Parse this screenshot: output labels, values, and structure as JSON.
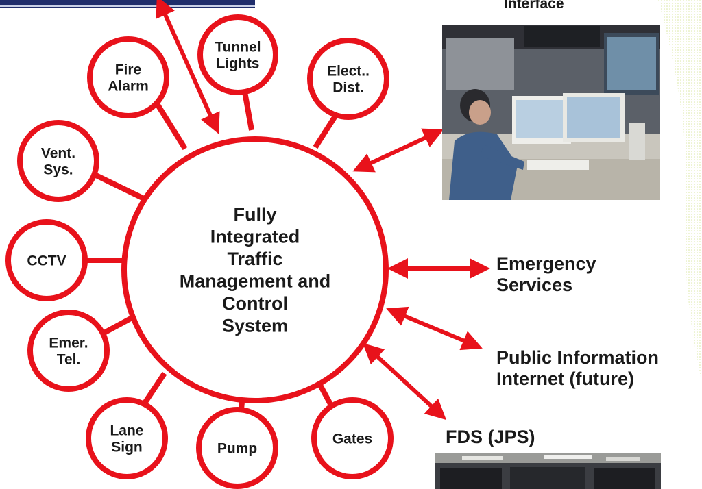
{
  "hub": {
    "lines": [
      "Fully",
      "Integrated",
      "Traffic",
      "Management and",
      "Control",
      "System"
    ]
  },
  "subsystems": [
    {
      "id": "fire-alarm",
      "lines": [
        "Fire",
        "Alarm"
      ]
    },
    {
      "id": "tunnel-lights",
      "lines": [
        "Tunnel",
        "Lights"
      ]
    },
    {
      "id": "elect-dist",
      "lines": [
        "Elect..",
        "Dist."
      ]
    },
    {
      "id": "vent-sys",
      "lines": [
        "Vent.",
        "Sys."
      ]
    },
    {
      "id": "cctv",
      "lines": [
        "CCTV"
      ]
    },
    {
      "id": "emer-tel",
      "lines": [
        "Emer.",
        "Tel."
      ]
    },
    {
      "id": "lane-sign",
      "lines": [
        "Lane",
        "Sign"
      ]
    },
    {
      "id": "pump",
      "lines": [
        "Pump"
      ]
    },
    {
      "id": "gates",
      "lines": [
        "Gates"
      ]
    }
  ],
  "external": {
    "operator_interface_partial": "Interface",
    "emergency_services": [
      "Emergency",
      "Services"
    ],
    "public_info": [
      "Public Information",
      "Internet (future)"
    ],
    "fds": "FDS (JPS)"
  },
  "colors": {
    "accent": "#e8121b",
    "text": "#1a1a1a",
    "banner": "#1f2d6b",
    "dots": "#d9e6a0"
  }
}
